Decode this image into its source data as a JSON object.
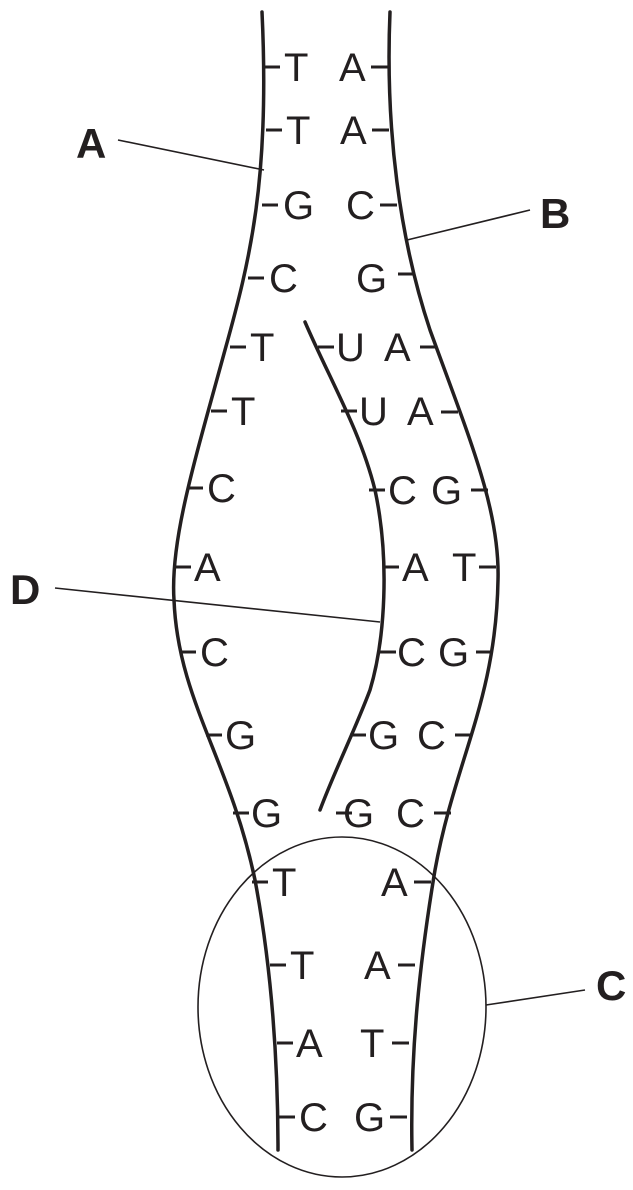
{
  "diagram": {
    "callouts": {
      "A": "A",
      "B": "B",
      "C": "C",
      "D": "D"
    },
    "strand_a_bases": [
      "T",
      "T",
      "G",
      "C",
      "T",
      "T",
      "C",
      "A",
      "C",
      "G",
      "G",
      "T",
      "T",
      "A",
      "C"
    ],
    "strand_b_bases": [
      "A",
      "A",
      "C",
      "G",
      "A",
      "A",
      "G",
      "T",
      "G",
      "C",
      "C",
      "A",
      "A",
      "T",
      "G"
    ],
    "strand_d_bases": [
      "U",
      "U",
      "C",
      "A",
      "C",
      "G",
      "G"
    ]
  },
  "colors": {
    "ink": "#231f20",
    "background": "#ffffff"
  }
}
